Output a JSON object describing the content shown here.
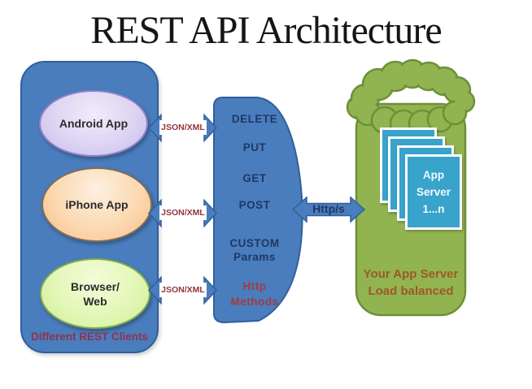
{
  "title": "REST API Architecture",
  "clients": {
    "caption": "Different REST Clients",
    "android": {
      "label": "Android App"
    },
    "iphone": {
      "label": "iPhone App"
    },
    "browser": {
      "line1": "Browser/",
      "line2": "Web"
    }
  },
  "arrows": {
    "json_xml": "JSON/XML",
    "https": "Http/s"
  },
  "methods": {
    "items": [
      "DELETE",
      "PUT",
      "GET",
      "POST"
    ],
    "custom": {
      "line1": "CUSTOM",
      "line2": "Params"
    },
    "caption": {
      "line1": "Http",
      "line2": "Methods"
    }
  },
  "server": {
    "card": {
      "line1": "App",
      "line2": "Server",
      "line3": "1...n"
    },
    "caption": {
      "line1": "Your App Server",
      "line2": "Load balanced"
    }
  },
  "colors": {
    "panel_blue": "#4a7dbd",
    "panel_blue_border": "#305f9c",
    "navy_text": "#1f3864",
    "maroon_text": "#94353c",
    "clients_caption_text": "#8e3350",
    "http_methods_red": "#a23b3e",
    "cloud_green": "#92b450",
    "cloud_green_border": "#6d9038",
    "card_teal": "#38a3cb",
    "server_caption_brown": "#9a5a28",
    "android_fill": "#c7b9ec",
    "iphone_fill": "#f9bd85",
    "browser_fill": "#cdef97"
  }
}
